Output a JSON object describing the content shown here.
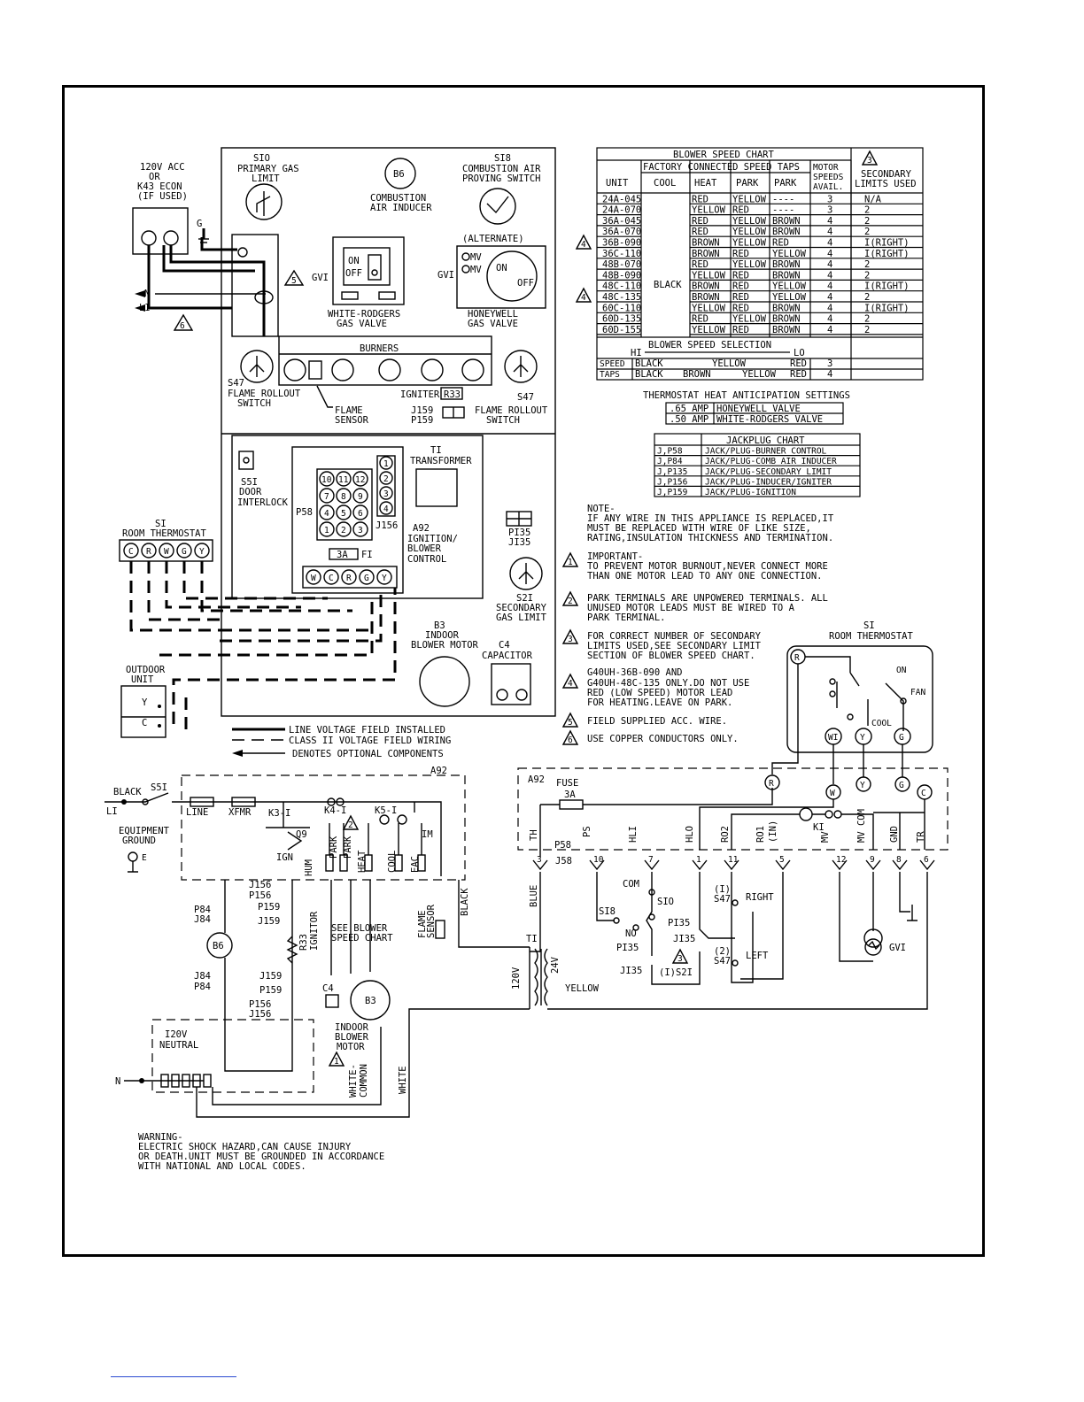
{
  "power_source": {
    "l1": "120V ACC",
    "l2": "OR",
    "l3": "K43 ECON",
    "l4": "(IF USED)"
  },
  "labels": {
    "g": "G",
    "n": "N",
    "l1": "LI",
    "s10": "SIO",
    "s10_desc1": "PRIMARY GAS",
    "s10_desc2": "LIMIT",
    "b6": "B6",
    "b6_desc1": "COMBUSTION",
    "b6_desc2": "AIR INDUCER",
    "s18": "SI8",
    "s18_desc1": "COMBUSTION AIR",
    "s18_desc2": "PROVING SWITCH",
    "alternate": "(ALTERNATE)",
    "mv1": "MV",
    "mv2": "MV",
    "on": "ON",
    "off": "OFF",
    "gv1a": "GVI",
    "gv1b": "GVI",
    "wr_valve1": "WHITE-RODGERS",
    "wr_valve2": "GAS VALVE",
    "hw_valve1": "HONEYWELL",
    "hw_valve2": "GAS VALVE",
    "burners": "BURNERS",
    "s47a": "S47",
    "s47a_desc1": "FLAME ROLLOUT",
    "s47a_desc2": "SWITCH",
    "flame1": "FLAME",
    "flame2": "SENSOR",
    "igniter": "IGNITER",
    "r33": "R33",
    "j159": "J159",
    "p159": "P159",
    "s47b": "S47",
    "s47b_desc1": "FLAME ROLLOUT",
    "s47b_desc2": "SWITCH",
    "s51": "S5I",
    "s51_desc1": "DOOR",
    "s51_desc2": "INTERLOCK",
    "t1": "TI",
    "t1_desc": "TRANSFORMER",
    "p58": "P58",
    "j156": "J156",
    "a92": "A92",
    "a92_desc1": "IGNITION/",
    "a92_desc2": "BLOWER",
    "a92_desc3": "CONTROL",
    "fuse_val": "3A",
    "f1": "FI",
    "p135": "PI35",
    "j135": "JI35",
    "s21": "S2I",
    "s21_desc1": "SECONDARY",
    "s21_desc2": "GAS LIMIT",
    "b3": "B3",
    "b3_desc1": "INDOOR",
    "b3_desc2": "BLOWER MOTOR",
    "c4": "C4",
    "c4_desc": "CAPACITOR",
    "s1": "SI",
    "s1_desc": "ROOM THERMOSTAT",
    "outdoor1": "OUTDOOR",
    "outdoor2": "UNIT",
    "term_y": "Y",
    "term_c": "C"
  },
  "thermostat_terminals": [
    "C",
    "R",
    "W",
    "G",
    "Y"
  ],
  "plug_pins": [
    "10",
    "11",
    "12",
    "7",
    "8",
    "9",
    "4",
    "5",
    "6",
    "1",
    "2",
    "3"
  ],
  "transformer_terms": [
    "1",
    "2",
    "3",
    "4"
  ],
  "board_terms": [
    "W",
    "C",
    "R",
    "G",
    "Y"
  ],
  "legend": {
    "line_voltage": "LINE VOLTAGE FIELD INSTALLED",
    "class2": "CLASS II VOLTAGE FIELD WIRING",
    "optional": "DENOTES OPTIONAL COMPONENTS"
  },
  "blower_chart": {
    "title": "BLOWER SPEED CHART",
    "factory": "FACTORY CONNECTED SPEED TAPS",
    "headers": [
      "UNIT",
      "COOL",
      "HEAT",
      "PARK",
      "PARK"
    ],
    "motor_speeds": [
      "MOTOR",
      "SPEEDS",
      "AVAIL."
    ],
    "secondary": [
      "SECONDARY",
      "LIMITS USED"
    ],
    "cool_all": "BLACK",
    "rows": [
      [
        "24A-045",
        "RED",
        "YELLOW",
        "----",
        "3",
        "N/A"
      ],
      [
        "24A-070",
        "YELLOW",
        "RED",
        "----",
        "3",
        "2"
      ],
      [
        "36A-045",
        "RED",
        "YELLOW",
        "BROWN",
        "4",
        "2"
      ],
      [
        "36A-070",
        "RED",
        "YELLOW",
        "BROWN",
        "4",
        "2"
      ],
      [
        "36B-090",
        "BROWN",
        "YELLOW",
        "RED",
        "4",
        "I(RIGHT)"
      ],
      [
        "36C-110",
        "BROWN",
        "RED",
        "YELLOW",
        "4",
        "I(RIGHT)"
      ],
      [
        "48B-070",
        "RED",
        "YELLOW",
        "BROWN",
        "4",
        "2"
      ],
      [
        "48B-090",
        "YELLOW",
        "RED",
        "BROWN",
        "4",
        "2"
      ],
      [
        "48C-110",
        "BROWN",
        "RED",
        "YELLOW",
        "4",
        "I(RIGHT)"
      ],
      [
        "48C-135",
        "BROWN",
        "RED",
        "YELLOW",
        "4",
        "2"
      ],
      [
        "60C-110",
        "YELLOW",
        "RED",
        "BROWN",
        "4",
        "I(RIGHT)"
      ],
      [
        "60D-135",
        "RED",
        "YELLOW",
        "BROWN",
        "4",
        "2"
      ],
      [
        "60D-155",
        "YELLOW",
        "RED",
        "BROWN",
        "4",
        "2"
      ]
    ],
    "selection": "BLOWER SPEED SELECTION",
    "hi": "HI",
    "lo": "LO",
    "speed": "SPEED",
    "taps": "TAPS",
    "row_a": [
      "BLACK",
      "YELLOW",
      "RED",
      "3"
    ],
    "row_b": [
      "BLACK",
      "BROWN",
      "YELLOW",
      "RED",
      "4"
    ]
  },
  "anticipation": {
    "title": "THERMOSTAT HEAT ANTICIPATION SETTINGS",
    "rows": [
      [
        ".65 AMP",
        "HONEYWELL VALVE"
      ],
      [
        ".50 AMP",
        "WHITE-RODGERS VALVE"
      ]
    ]
  },
  "jackplug": {
    "title": "JACKPLUG CHART",
    "rows": [
      [
        "J,P58",
        "JACK/PLUG-BURNER CONTROL"
      ],
      [
        "J,P84",
        "JACK/PLUG-COMB AIR INDUCER"
      ],
      [
        "J,P135",
        "JACK/PLUG-SECONDARY LIMIT"
      ],
      [
        "J,P156",
        "JACK/PLUG-INDUCER/IGNITER"
      ],
      [
        "J,P159",
        "JACK/PLUG-IGNITION"
      ]
    ]
  },
  "notes": {
    "note_title": "NOTE-",
    "note": [
      "IF ANY WIRE IN THIS APPLIANCE IS REPLACED,IT",
      "MUST BE REPLACED WITH WIRE OF LIKE SIZE,",
      "RATING,INSULATION THICKNESS AND TERMINATION."
    ],
    "n1": [
      "IMPORTANT-",
      "TO PREVENT MOTOR BURNOUT,NEVER CONNECT MORE",
      "THAN ONE MOTOR LEAD TO ANY ONE CONNECTION."
    ],
    "n2": [
      "PARK TERMINALS ARE UNPOWERED TERMINALS. ALL",
      "UNUSED MOTOR LEADS MUST BE WIRED TO A",
      "PARK TERMINAL."
    ],
    "n3": [
      "FOR CORRECT NUMBER OF SECONDARY",
      "LIMITS USED,SEE SECONDARY LIMIT",
      "SECTION OF BLOWER SPEED CHART."
    ],
    "n4": [
      "G40UH-36B-090 AND",
      "G40UH-48C-135 ONLY.DO NOT USE",
      "RED (LOW SPEED) MOTOR LEAD",
      "FOR HEATING.LEAVE ON PARK."
    ],
    "n5": [
      "FIELD SUPPLIED ACC. WIRE."
    ],
    "n6": [
      "USE COPPER CONDUCTORS ONLY."
    ]
  },
  "schematic": {
    "black": "BLACK",
    "s51": "S5I",
    "l1": "LI",
    "equip1": "EQUIPMENT",
    "equip2": "GROUND",
    "a92": "A92",
    "line": "LINE",
    "xfmr": "XFMR",
    "k3": "K3-I",
    "k4": "K4-I",
    "k5": "K5-I",
    "im": "IM",
    "q9": "Q9",
    "ign": "IGN",
    "hum": "HUM",
    "park1": "PARK",
    "park2": "PARK",
    "heat": "HEAT",
    "cool": "COOL",
    "eac": "EAC",
    "j156a": "J156",
    "p156a": "P156",
    "p159a": "P159",
    "j159a": "J159",
    "p84a": "P84",
    "j84a": "J84",
    "b6": "B6",
    "j84b": "J84",
    "p84b": "P84",
    "j159b": "J159",
    "p159b": "P159",
    "p156b": "P156",
    "j156b": "J156",
    "igniter": "IGNITOR",
    "r33": "R33",
    "see1": "SEE BLOWER",
    "see2": "SPEED CHART",
    "flame": "FLAME",
    "sensor": "SENSOR",
    "black_v": "BLACK",
    "c4": "C4",
    "b3": "B3",
    "indoor1": "INDOOR",
    "indoor2": "BLOWER",
    "indoor3": "MOTOR",
    "neutral1": "I20V",
    "neutral2": "NEUTRAL",
    "n": "N",
    "white_common1": "WHITE-",
    "white_common2": "COMMON",
    "white": "WHITE",
    "t1": "TI",
    "v120": "120V",
    "v24": "24V",
    "yellow": "YELLOW",
    "blue": "BLUE",
    "a92b": "A92",
    "fuse": "FUSE",
    "fuse_val": "3A",
    "th": "TH",
    "p58": "P58",
    "j58": "J58",
    "ps": "PS",
    "hli": "HLI",
    "hlo": "HLO",
    "ro2": "RO2",
    "ro1": "RO1",
    "in": "(IN)",
    "mv": "MV",
    "mvcom": "MV COM",
    "gnd": "GND",
    "tr": "TR",
    "k1": "KI",
    "pin_th": "3",
    "pin_ps": "10",
    "pin_hli": "7",
    "pin_hlo": "1",
    "pin_ro2": "11",
    "pin_ro1": "5",
    "pin_mv": "12",
    "pin_mvcom": "9",
    "pin_gnd": "8",
    "pin_tr": "6",
    "com": "COM",
    "s18": "SI8",
    "no": "NO",
    "s10": "SIO",
    "p135a": "PI35",
    "j135a": "JI35",
    "p135b": "PI35",
    "j135b": "JI35",
    "s47r1": "(I)",
    "s47r2": "S47",
    "right": "RIGHT",
    "s47l1": "(2)",
    "s47l2": "S47",
    "left": "LEFT",
    "s21": "(I)S2I",
    "gvi": "GVI",
    "t_r": "R",
    "t_w": "W",
    "t_y": "Y",
    "t_g": "G",
    "t_c": "C"
  },
  "room_thermostat": {
    "s1": "SI",
    "title": "ROOM THERMOSTAT",
    "r": "R",
    "on": "ON",
    "fan": "FAN",
    "cool": "COOL",
    "w1": "WI",
    "y": "Y",
    "g": "G"
  },
  "warning": [
    "WARNING-",
    "ELECTRIC SHOCK HAZARD,CAN CAUSE INJURY",
    "OR DEATH.UNIT MUST BE GROUNDED IN ACCORDANCE",
    "WITH NATIONAL AND LOCAL CODES."
  ]
}
